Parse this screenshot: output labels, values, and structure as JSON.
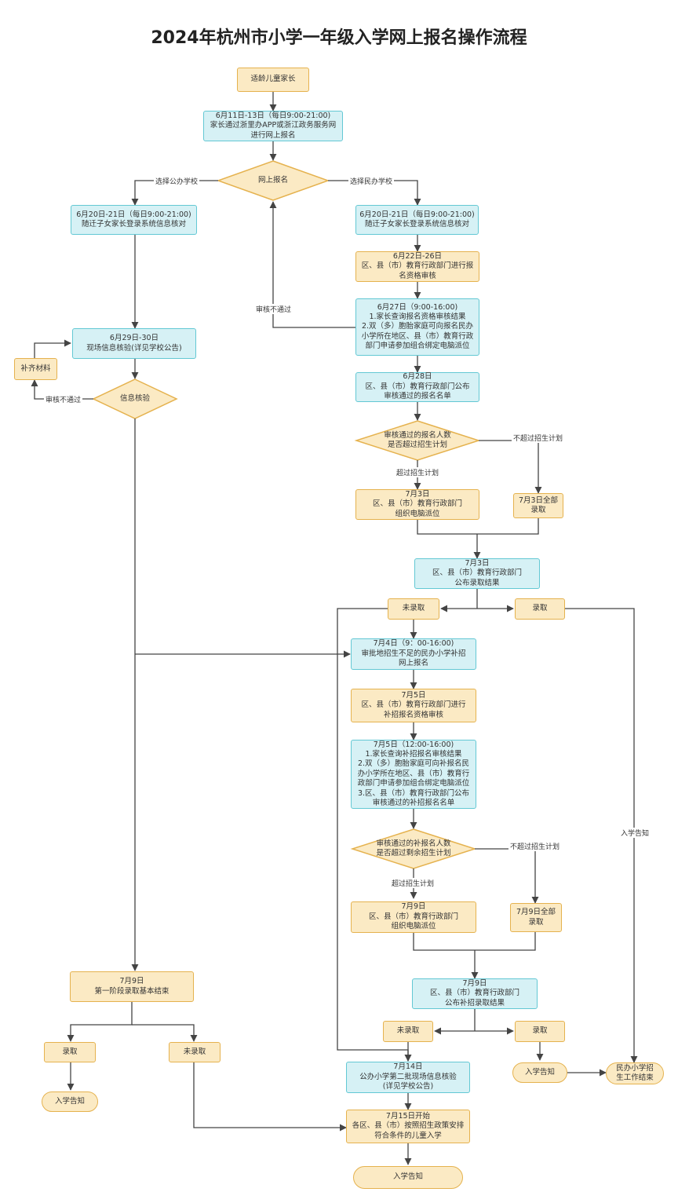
{
  "title": "2024年杭州市小学一年级入学网上报名操作流程",
  "nodes": {
    "start": "适龄儿童家长",
    "apply_online": "6月11日-13日（每日9:00-21:00)\n家长通过浙里办APP或浙江政务服务网\n进行网上报名",
    "decision_online": "网上报名",
    "public_verify": "6月20日-21日（每日9:00-21:00)\n随迁子女家长登录系统信息核对",
    "private_verify": "6月20日-21日（每日9:00-21:00)\n随迁子女家长登录系统信息核对",
    "private_review": "6月22日-26日\n区、县（市）教育行政部门进行报\n名资格审核",
    "private_result_query": "6月27日（9:00-16:00)\n1.家长查询报名资格审核结果\n2.双（多）胞胎家庭可向报名民办\n小学所在地区、县（市）教育行政\n部门申请参加组合绑定电脑派位",
    "private_list": "6月28日\n区、县（市）教育行政部门公布\n审核通过的报名名单",
    "decision_quota": "审核通过的报名人数\n是否超过招生计划",
    "lottery_0703": "7月3日\n区、县（市）教育行政部门\n组织电脑派位",
    "all_admit_0703": "7月3日全部\n录取",
    "result_0703": "7月3日\n区、县（市）教育行政部门\n公布录取结果",
    "not_admitted_1": "未录取",
    "admitted_1": "录取",
    "supplement_apply": "7月4日（9：00-16:00)\n审批地招生不足的民办小学补招\n网上报名",
    "supplement_review": "7月5日\n区、县（市）教育行政部门进行\n补招报名资格审核",
    "supplement_query": "7月5日（12:00-16:00)\n1.家长查询补招报名审核结果\n2.双（多）胞胎家庭可向补报名民\n办小学所在地区、县（市）教育行\n政部门申请参加组合绑定电脑派位\n3.区、县（市）教育行政部门公布\n审核通过的补招报名名单",
    "decision_supplement": "审核通过的补报名人数\n是否超过剩余招生计划",
    "lottery_0709": "7月9日\n区、县（市）教育行政部门\n组织电脑派位",
    "all_admit_0709": "7月9日全部\n录取",
    "result_0709": "7月9日\n区、县（市）教育行政部门\n公布补招录取结果",
    "not_admitted_2": "未录取",
    "admitted_2": "录取",
    "notice_private": "入学告知",
    "private_end": "民办小学招\n生工作结束",
    "onsite_check": "6月29日-30日\n现场信息核验(详见学校公告)",
    "add_material": "补齐材料",
    "decision_info": "信息核验",
    "phase1_end": "7月9日\n第一阶段录取基本结束",
    "public_admitted": "录取",
    "public_not_admitted": "未录取",
    "public_notice": "入学告知",
    "second_check": "7月14日\n公办小学第二批现场信息核验\n(详见学校公告)",
    "arrange_0715": "7月15日开始\n各区、县（市）按照招生政策安排\n符合条件的儿童入学",
    "final_notice": "入学告知"
  },
  "edge_labels": {
    "choose_public": "选择公办学校",
    "choose_private": "选择民办学校",
    "review_failed_private": "审核不通过",
    "review_failed_info": "审核不通过",
    "not_exceed_1": "不超过招生计划",
    "exceed_1": "超过招生计划",
    "not_exceed_2": "不超过招生计划",
    "exceed_2": "超过招生计划",
    "notice_label": "入学告知"
  },
  "colors": {
    "teal_fill": "#d6f1f5",
    "teal_border": "#63c8d4",
    "orange_fill": "#fbeac4",
    "orange_border": "#e5b24e",
    "arrow": "#444444"
  }
}
